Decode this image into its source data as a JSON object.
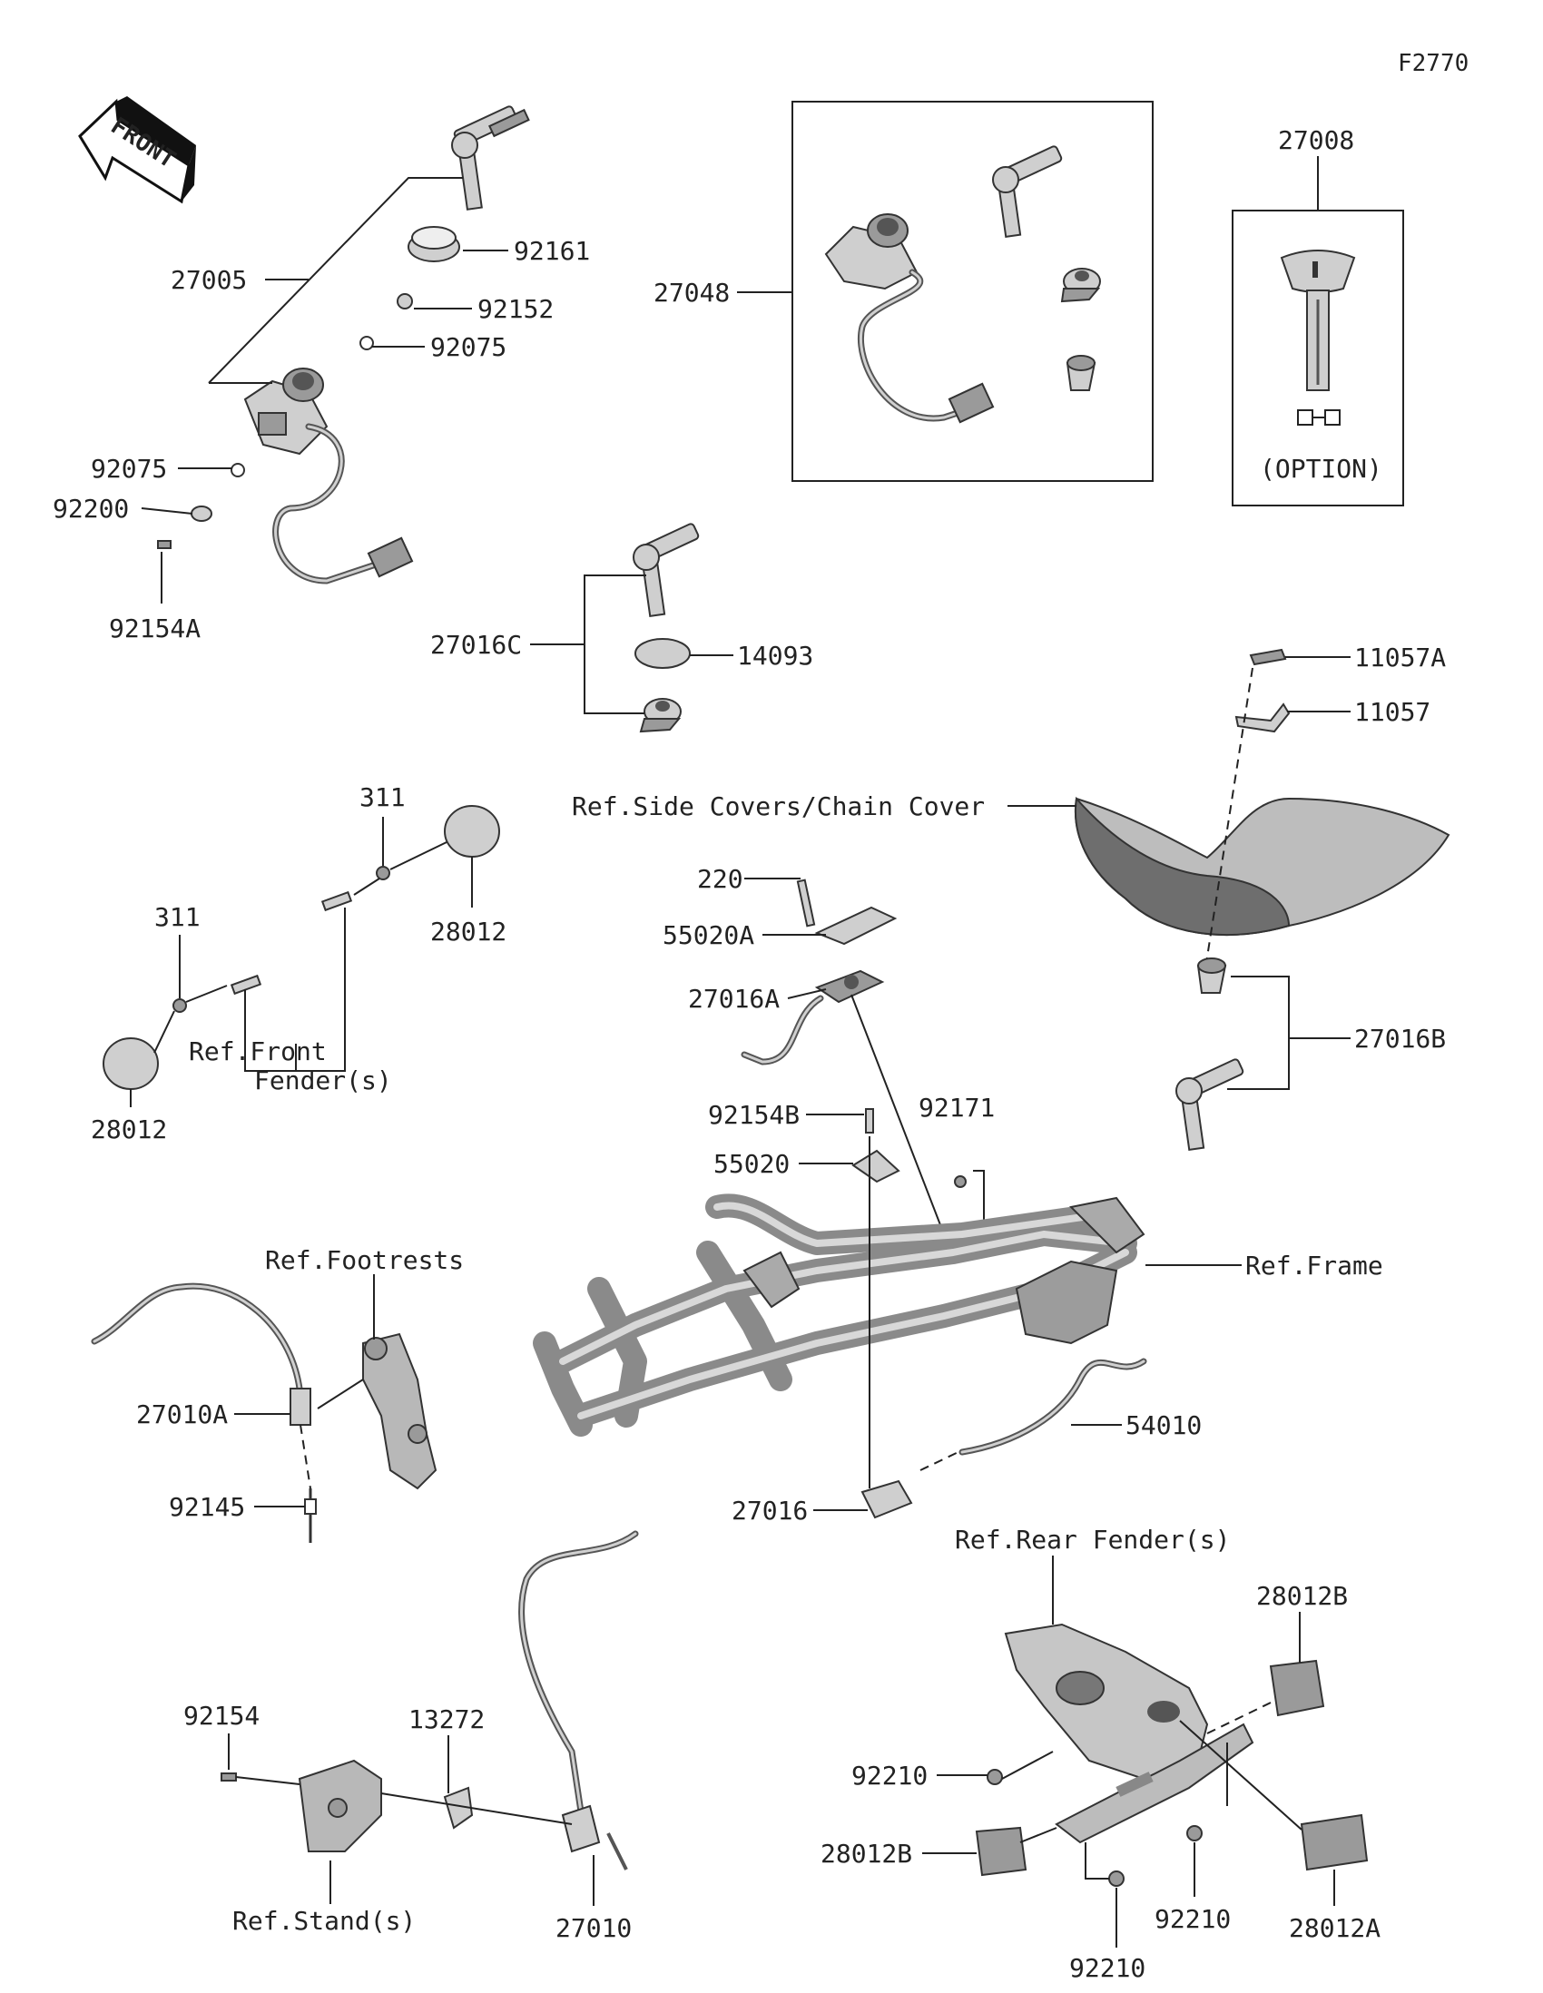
{
  "figure_code": "F2770",
  "front_arrow": {
    "text": "FRONT",
    "icon": "front-direction-arrow-icon"
  },
  "option_text": "(OPTION)",
  "labels": {
    "l27005": "27005",
    "l92161": "92161",
    "l92152": "92152",
    "l92075a": "92075",
    "l92075b": "92075",
    "l92200": "92200",
    "l92154A": "92154A",
    "l27048": "27048",
    "l27008": "27008",
    "l27016C": "27016C",
    "l14093": "14093",
    "l11057A": "11057A",
    "l11057": "11057",
    "lSideCovers": "Ref.Side Covers/Chain Cover",
    "l311a": "311",
    "l311b": "311",
    "l28012a": "28012",
    "l28012b": "28012",
    "lFrontFender1": "Ref.Front",
    "lFrontFender2": "Fender(s)",
    "l220": "220",
    "l55020A": "55020A",
    "l27016A": "27016A",
    "l27016B": "27016B",
    "l92154B": "92154B",
    "l92171": "92171",
    "l55020": "55020",
    "lFrame": "Ref.Frame",
    "lFootrests": "Ref.Footrests",
    "l27010A": "27010A",
    "l92145": "92145",
    "l54010": "54010",
    "l27016": "27016",
    "lRearFender": "Ref.Rear Fender(s)",
    "l28012B1": "28012B",
    "l92154": "92154",
    "l13272": "13272",
    "l92210a": "92210",
    "l28012B2": "28012B",
    "l92210b": "92210",
    "l28012A": "28012A",
    "l92210c": "92210",
    "lStand": "Ref.Stand(s)",
    "l27010": "27010"
  }
}
